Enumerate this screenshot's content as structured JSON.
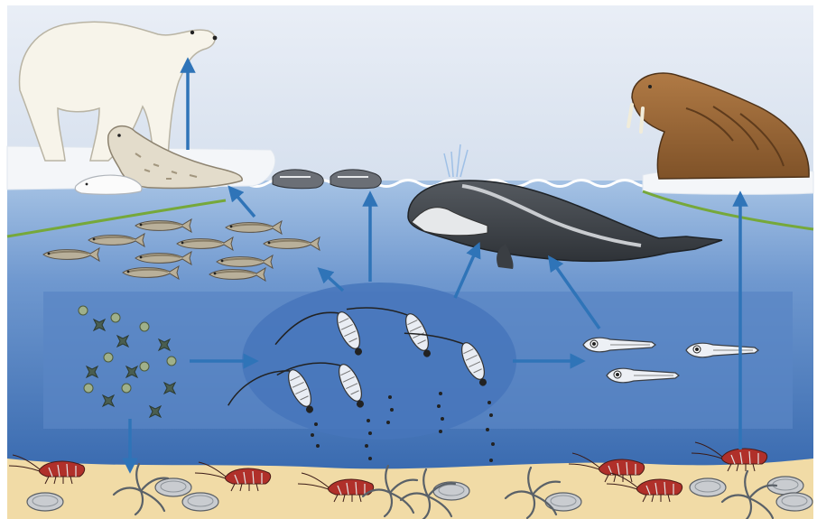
{
  "diagram": {
    "style": "arctic marine food web illustration",
    "colors": {
      "sky": "#dfe6f1",
      "water_top": "#8fb2db",
      "water_bottom": "#3f70b4",
      "band": "#5f88c6",
      "plankton_ellipse": "#4a79bd",
      "arrow": "#2f74b8",
      "ice": "#f4f6f9",
      "sand": "#f1dba6",
      "algae": "#76a83a"
    },
    "organisms": [
      {
        "id": "polar-bear",
        "icon": "polar-bear-icon",
        "zone": "sea-ice"
      },
      {
        "id": "seal",
        "icon": "seal-icon",
        "zone": "sea-ice"
      },
      {
        "id": "seal-pup",
        "icon": "seal-pup-icon",
        "zone": "sea-ice"
      },
      {
        "id": "small-seals",
        "icon": "seal-icon",
        "zone": "ice-edge"
      },
      {
        "id": "walrus",
        "icon": "walrus-icon",
        "zone": "sea-ice"
      },
      {
        "id": "bowhead-whale",
        "icon": "whale-icon",
        "zone": "surface-water"
      },
      {
        "id": "arctic-cod",
        "icon": "fish-icon",
        "zone": "surface-water"
      },
      {
        "id": "copepods",
        "icon": "copepod-icon",
        "zone": "pelagic"
      },
      {
        "id": "phytoplankton",
        "icon": "phytoplankton-icon",
        "zone": "pelagic"
      },
      {
        "id": "larval-fish",
        "icon": "larval-fish-icon",
        "zone": "pelagic"
      },
      {
        "id": "shrimp",
        "icon": "shrimp-icon",
        "zone": "seafloor"
      },
      {
        "id": "clams",
        "icon": "clam-icon",
        "zone": "seafloor"
      },
      {
        "id": "brittle-stars",
        "icon": "brittle-star-icon",
        "zone": "seafloor"
      }
    ],
    "flows": [
      {
        "from": "seal",
        "to": "polar-bear"
      },
      {
        "from": "arctic-cod",
        "to": "seal"
      },
      {
        "from": "copepods",
        "to": "small-seals"
      },
      {
        "from": "copepods",
        "to": "arctic-cod"
      },
      {
        "from": "copepods",
        "to": "bowhead-whale"
      },
      {
        "from": "larval-fish",
        "to": "bowhead-whale"
      },
      {
        "from": "phytoplankton",
        "to": "copepods"
      },
      {
        "from": "copepods",
        "to": "larval-fish"
      },
      {
        "from": "phytoplankton",
        "to": "seafloor"
      },
      {
        "from": "shrimp",
        "to": "walrus"
      }
    ]
  }
}
